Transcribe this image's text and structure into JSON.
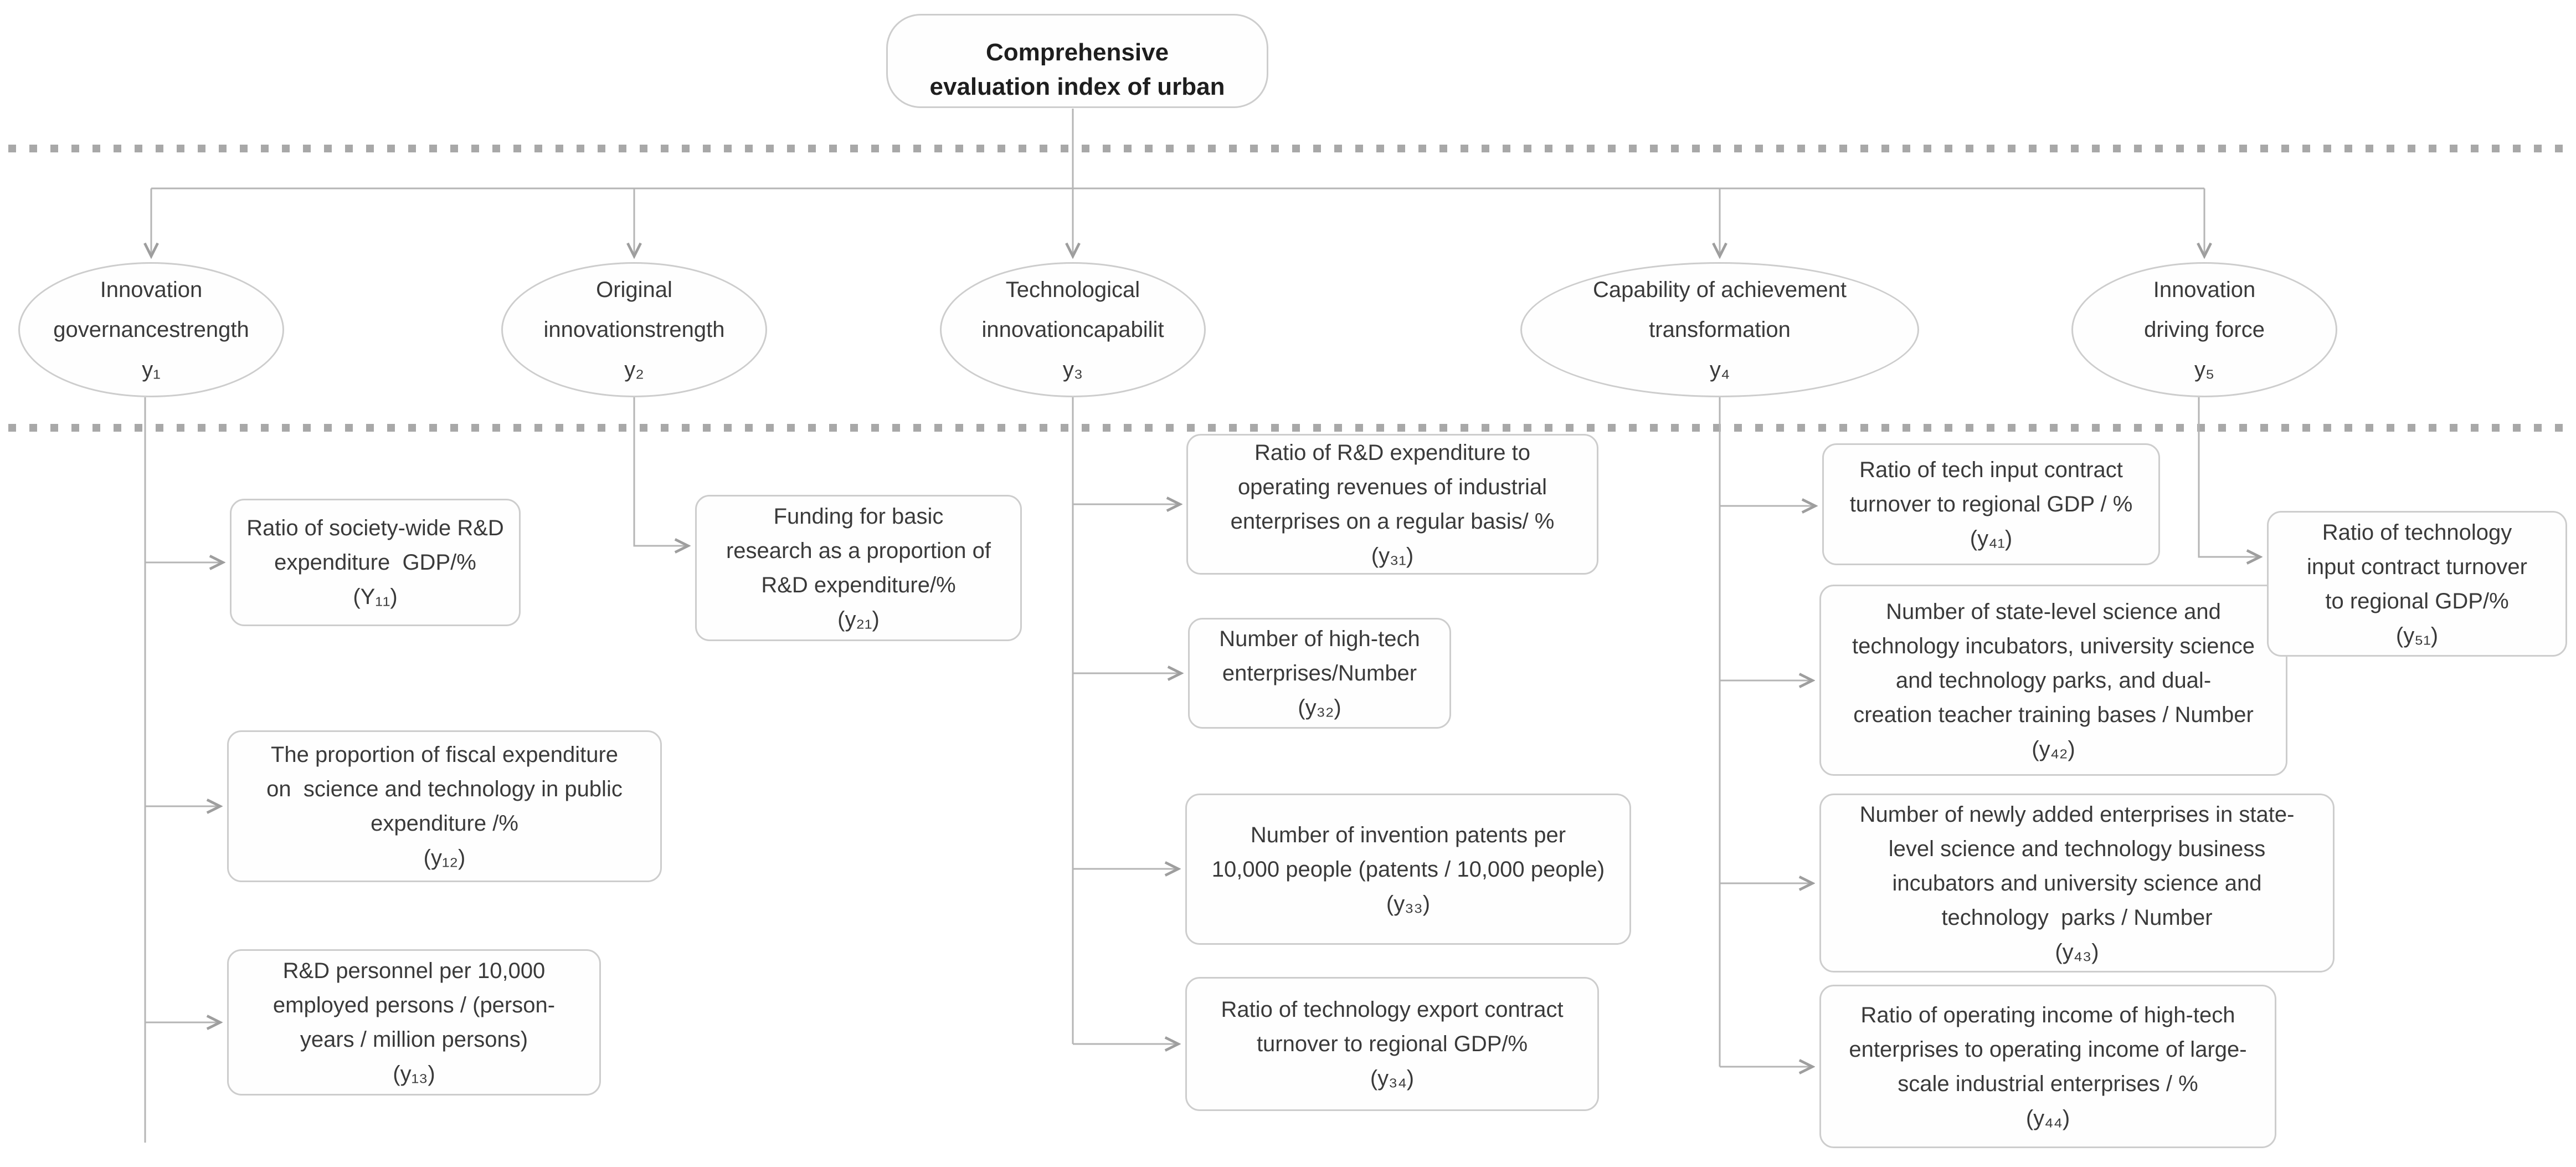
{
  "root": {
    "label": "Comprehensive\nevaluation index of urban"
  },
  "level2": {
    "y1": {
      "label": "Innovation\ngovernancestrength\ny₁"
    },
    "y2": {
      "label": "Original\ninnovationstrength\ny₂"
    },
    "y3": {
      "label": "Technological\ninnovationcapabilit\ny₃"
    },
    "y4": {
      "label": "Capability of achievement\ntransformation\ny₄"
    },
    "y5": {
      "label": "Innovation\ndriving force\ny₅"
    }
  },
  "indicators": {
    "y11": {
      "label": "Ratio of society-wide R&D\nexpenditure  GDP/%\n(Y₁₁)"
    },
    "y12": {
      "label": "The proportion of fiscal expenditure\non  science and technology in public\nexpenditure /%\n(y₁₂)"
    },
    "y13": {
      "label": "R&D personnel per 10,000\nemployed persons / (person-\nyears / million persons)\n(y₁₃)"
    },
    "y21": {
      "label": "Funding for basic\nresearch as a proportion of\nR&D expenditure/%\n(y₂₁)"
    },
    "y31": {
      "label": "Ratio of R&D expenditure to\noperating revenues of industrial\nenterprises on a regular basis/ %\n(y₃₁)"
    },
    "y32": {
      "label": "Number of high-tech\nenterprises/Number\n(y₃₂)"
    },
    "y33": {
      "label": "Number of invention patents per\n10,000 people (patents / 10,000 people)\n(y₃₃)"
    },
    "y34": {
      "label": "Ratio of technology export contract\nturnover to regional GDP/%\n(y₃₄)"
    },
    "y41": {
      "label": "Ratio of tech input contract\nturnover to regional GDP / %\n(y₄₁)"
    },
    "y42": {
      "label": "Number of state-level science and\ntechnology incubators, university science\nand technology parks, and dual-\ncreation teacher training bases / Number\n(y₄₂)"
    },
    "y43": {
      "label": "Number of newly added enterprises in state-\nlevel science and technology business\nincubators and university science and\ntechnology  parks / Number\n(y₄₃)"
    },
    "y44": {
      "label": "Ratio of operating income of high-tech\nenterprises to operating income of large-\nscale industrial enterprises / %\n(y₄₄)"
    },
    "y51": {
      "label": "Ratio of technology\ninput contract turnover\nto regional GDP/%\n(y₅₁)"
    }
  },
  "colors": {
    "node_border": "#cdcdcd",
    "connector_line": "#b5b5b5",
    "dashed_separator": "#a8a8a8",
    "text": "#3a3a3a"
  }
}
